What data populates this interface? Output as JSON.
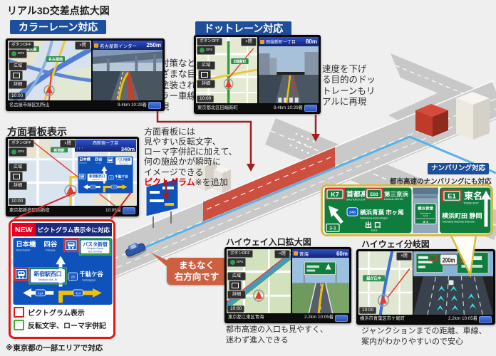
{
  "page": {
    "title": "リアル3D交差点拡大図",
    "footnote": "※東京都の一部エリアで対応"
  },
  "sections": {
    "color_lane": {
      "badge": "カラーレーン対応",
      "note": "事故対策など\nさまざまな目\n的で塗装され\nたカラー車線\nも再現"
    },
    "dot_lane": {
      "badge": "ドットレーン対応",
      "note": "速度を下げ\nる目的のドッ\nトレーンもリ\nアルに再現"
    },
    "signboard": {
      "title": "方面看板表示",
      "note_pre": "方面看板には\n見やすい反転文字、\nローマ字併記に加えて、\n何の施設かが瞬時に\nイメージできる",
      "note_highlight": "ピクトグラム",
      "note_suffix": "※を追加"
    },
    "numbering": {
      "badge": "ナンバリング対応",
      "caption": "都市高速のナンバリングにも対応"
    },
    "hw_entrance": {
      "title": "ハイウェイ入口拡大図",
      "caption": "都市高速の入口も見やすく、\n迷わず進入できる"
    },
    "hw_branch": {
      "title": "ハイウェイ分岐図",
      "caption": "ジャンクションまでの距離、車線、\n案内がわかりやすいので安心"
    }
  },
  "nav_common": {
    "btn_off": "ボタンOFF",
    "btn_wide": "広域",
    "btn_detail": "詳細",
    "btn_close": "×閉",
    "gps": "GPS",
    "clock": "10:00"
  },
  "navs": {
    "color_lane": {
      "header": "名古屋南インター",
      "distance": "250m",
      "address": "名古屋市緑区別所山",
      "eta": "9.4km 10:29着",
      "map_labels": [
        "名古屋南",
        "南大高"
      ]
    },
    "dot_lane": {
      "header": "田端新町一丁目",
      "distance": "80m",
      "address": "東京都北区田端新町",
      "eta": "9.4km 10:29着",
      "map_labels": [
        "田端新町"
      ]
    },
    "signboard": {
      "header": "西新宿一丁目",
      "distance": "340m",
      "address": "東京都新宿区西新宿",
      "eta": "10:05着",
      "map_labels": [
        "新宿駅"
      ]
    },
    "hw_entrance": {
      "header": "青海",
      "distance": "60m",
      "address": "東京都江東区青海",
      "eta": "2.2km 10:05着"
    },
    "hw_branch": {
      "distance_box": "200m",
      "address": "横浜市青葉区市ケ尾町",
      "eta": "2.2km 10:05着",
      "map_labels": [
        "緑が丘中"
      ]
    }
  },
  "pictogram_board": {
    "dest1": "日本橋",
    "dest1_en": "Nihonbashi",
    "dest2": "四谷",
    "dest2_en": "Yotsuya",
    "dest3": "バスタ新宿",
    "dest3_en1": "Shinjuku Expwy",
    "dest3_en2": "Bus Terminal",
    "dest4": "新宿駅西口",
    "dest4_en": "Shinjuku Sta.-W",
    "dest5": "千駄ケ谷",
    "dest5_en": "Sendagaya",
    "route20": "20",
    "route414": "414"
  },
  "new_box": {
    "new_label": "NEW",
    "title": "ピクトグラム表示※に対応",
    "legend_red": "ピクトグラム表示",
    "legend_green": "反転文字、ローマ字併記"
  },
  "highway_sign": {
    "left": {
      "num1": "K7",
      "name1": "首都高",
      "name1_en": "SHUTOKO EXP",
      "num2": "E83",
      "name2": "第三京浜",
      "name2_en": "DAISAN-KEIHIN",
      "route": "246",
      "dest": "横浜青葉 市ヶ尾",
      "dest_en": "Yokohama-Aoba  Ichigao",
      "exit": "出 口",
      "exit_en": "EXIT",
      "ramp": "3-1"
    },
    "mid": {
      "name": "横浜青葉",
      "name_en1": "Yokohama-",
      "name_en2": "Aoba",
      "ramp": "3-1"
    },
    "right": {
      "num": "E1",
      "name": "東名",
      "name_en": "TOMEI EXP",
      "dest": "横浜町田 静岡",
      "dest_en": "Yokohama-Machida Shizuoka"
    }
  },
  "bubble": {
    "text": "まもなく\n右方向です"
  }
}
